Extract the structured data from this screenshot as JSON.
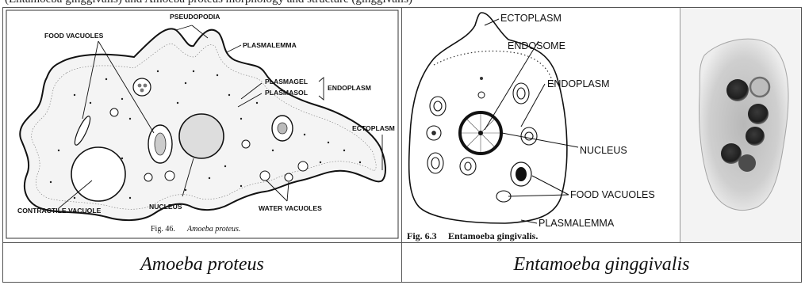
{
  "header": {
    "text": "(Entamoeba ginggivalis) and Amoeba proteus morphology and structure (ginggivalis)"
  },
  "panel_left": {
    "labels": {
      "pseudopodia": "PSEUDOPODIA",
      "food_vacuoles": "FOOD VACUOLES",
      "plasmalemma": "PLASMALEMMA",
      "plasmagel": "PLASMAGEL",
      "plasmasol": "PLASMASOL",
      "endoplasm": "ENDOPLASM",
      "ectoplasm": "ECTOPLASM",
      "contractile_vacuole": "CONTRACTILE VACUOLE",
      "nucleus": "NUCLEUS",
      "water_vacuoles": "WATER VACUOLES"
    },
    "fig_number": "Fig. 46.",
    "fig_title": "Amoeba proteus."
  },
  "panel_middle": {
    "labels": {
      "ectoplasm": "ECTOPLASM",
      "endosome": "ENDOSOME",
      "endoplasm": "ENDOPLASM",
      "nucleus": "NUCLEUS",
      "food_vacuoles": "FOOD VACUOLES",
      "plasmalemma": "PLASMALEMMA"
    },
    "fig_number": "Fig.   6.3",
    "fig_title": "Entamoeba gingivalis."
  },
  "captions": {
    "left": "Amoeba proteus",
    "right": "Entamoeba ginggivalis"
  }
}
